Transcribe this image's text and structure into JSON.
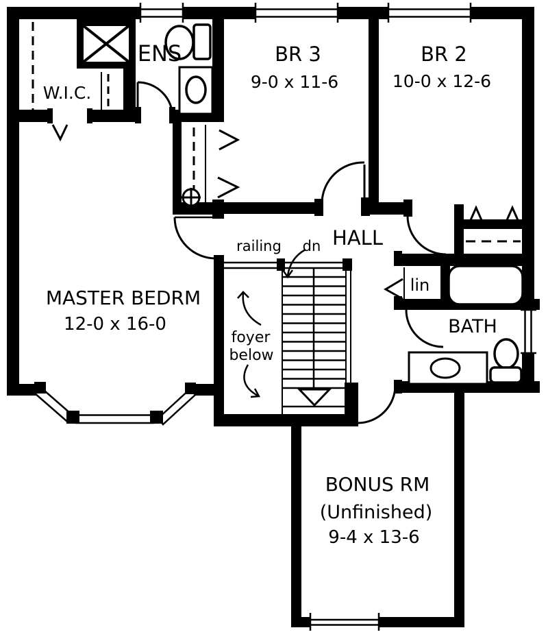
{
  "document": {
    "type": "floor-plan",
    "floor_note": "upper floor plan"
  },
  "colors": {
    "ink": "#000000",
    "paper": "#ffffff"
  },
  "rooms": {
    "wic": {
      "label": "W.I.C."
    },
    "ens": {
      "label": "ENS"
    },
    "br3": {
      "label": "BR 3",
      "dims": "9-0 x 11-6"
    },
    "br2": {
      "label": "BR 2",
      "dims": "10-0 x 12-6"
    },
    "master": {
      "label": "MASTER BEDRM",
      "dims": "12-0 x 16-0"
    },
    "hall": {
      "label": "HALL"
    },
    "lin": {
      "label": "lin"
    },
    "bath": {
      "label": "BATH"
    },
    "bonus": {
      "label": "BONUS RM",
      "note": "(Unfinished)",
      "dims": "9-4 x 13-6"
    }
  },
  "annotations": {
    "railing": "railing",
    "down": "dn",
    "foyer_line1": "foyer",
    "foyer_line2": "below"
  },
  "fixtures": {
    "ens_toilet": "toilet",
    "ens_sink": "vanity-sink",
    "shower_box": "shower",
    "bath_tub": "bathtub",
    "bath_sink": "vanity-sink",
    "bath_toilet": "toilet",
    "ceiling_fixture": "round-fixture"
  }
}
